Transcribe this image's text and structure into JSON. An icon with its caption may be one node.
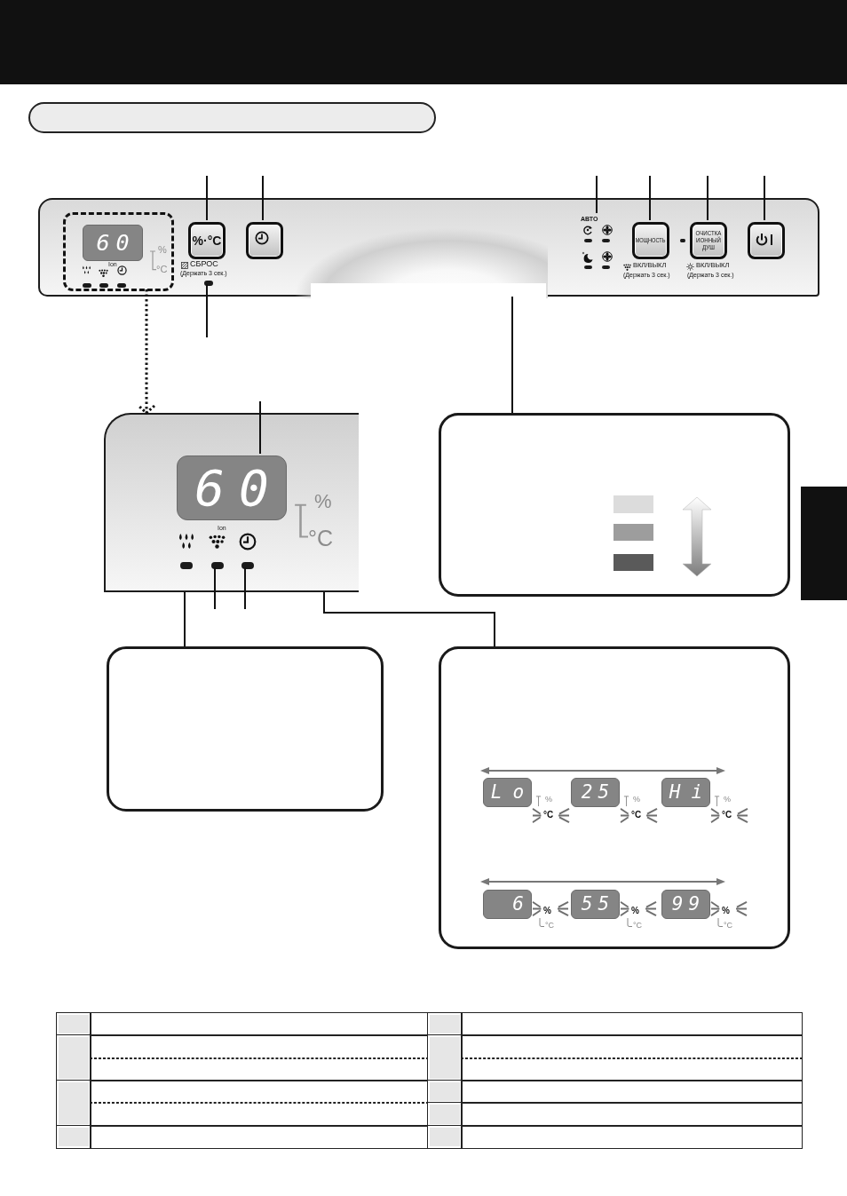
{
  "diagram": {
    "nodes": [
      {
        "text": [],
        "shape": "bar"
      },
      {
        "text": [],
        "shape": "box"
      },
      {
        "text": [],
        "shape": "box",
        "in": 1
      },
      {
        "text": [
          "60"
        ],
        "in": 2
      },
      {
        "text": [
          "%·°C"
        ],
        "beside": [
          "СБРОС",
          "(Держать 3 сек.)"
        ],
        "in": 1
      },
      {
        "text": [],
        "shape": "dot",
        "in": 1
      },
      {
        "text": [],
        "shape": "box",
        "in": 1
      },
      {
        "text": [],
        "shape": "bar",
        "in": 1
      },
      {
        "text": [
          "АВТО"
        ],
        "in": 1
      },
      {
        "text": [
          "МОЩНОСТЬ"
        ],
        "beside": [
          "ВКЛ/ВЫКЛ",
          "(Держать 3 сек.)"
        ],
        "in": 1
      },
      {
        "text": [
          "ОЧИСТКА ИОННЫЙ ДУШ"
        ],
        "beside": [
          "ВКЛ/ВЫКЛ",
          "(Держать 3 сек.)"
        ],
        "in": 1
      },
      {
        "text": [],
        "shape": "box",
        "in": 1
      },
      {
        "text": [],
        "shape": "box"
      },
      {
        "text": [
          "60"
        ],
        "in": 12
      },
      {
        "text": [],
        "shape": "dot",
        "in": 12
      },
      {
        "text": [],
        "shape": "dot",
        "in": 12
      },
      {
        "text": [],
        "shape": "box"
      },
      {
        "text": [],
        "shape": "box"
      },
      {
        "text": [],
        "shape": "box"
      },
      {
        "text": [],
        "shape": "box"
      },
      {
        "text": [
          "Lo"
        ],
        "in": 19
      },
      {
        "text": [
          "25"
        ],
        "in": 19
      },
      {
        "text": [
          "Hi"
        ],
        "in": 19
      },
      {
        "text": [
          "6"
        ],
        "in": 19
      },
      {
        "text": [
          "55"
        ],
        "in": 19
      },
      {
        "text": [
          "99"
        ],
        "in": 19
      }
    ],
    "edges": [
      {
        "from": null,
        "to": 4,
        "arrow": "none"
      },
      {
        "from": null,
        "to": 6,
        "arrow": "none"
      },
      {
        "from": null,
        "to": 8,
        "arrow": "none"
      },
      {
        "from": null,
        "to": 9,
        "arrow": "none"
      },
      {
        "from": null,
        "to": 10,
        "arrow": "none"
      },
      {
        "from": null,
        "to": 11,
        "arrow": "none"
      },
      {
        "from": null,
        "to": 5,
        "arrow": "none"
      },
      {
        "from": 2,
        "to": 12,
        "arrow": "to",
        "style": "dashed"
      },
      {
        "from": 7,
        "to": 16,
        "arrow": "none"
      },
      {
        "from": null,
        "to": 13,
        "arrow": "none"
      },
      {
        "from": null,
        "to": 14,
        "arrow": "none"
      },
      {
        "from": null,
        "to": 15,
        "arrow": "none"
      },
      {
        "from": 12,
        "to": 18,
        "arrow": "none"
      },
      {
        "from": 12,
        "to": 19,
        "arrow": "none"
      }
    ],
    "labels": [
      "%",
      "Ion",
      "°C",
      "%",
      "Ion",
      "°C",
      "%",
      "°C",
      "%",
      "°C",
      "%",
      "°C",
      "%",
      "°C",
      "%",
      "°C",
      "%",
      "°C"
    ]
  }
}
